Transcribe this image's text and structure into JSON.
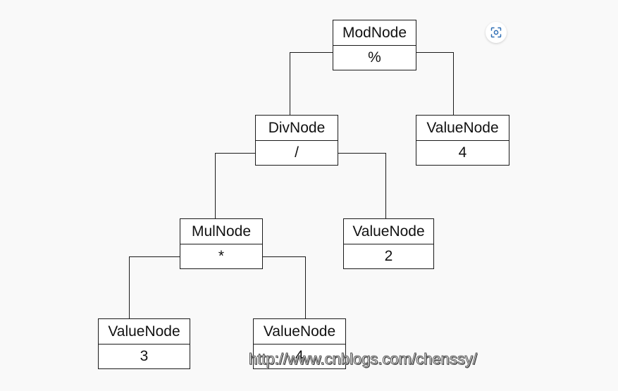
{
  "tree": {
    "mod_node": {
      "title": "ModNode",
      "value": "%"
    },
    "div_node": {
      "title": "DivNode",
      "value": "/"
    },
    "value_node_right": {
      "title": "ValueNode",
      "value": "4"
    },
    "mul_node": {
      "title": "MulNode",
      "value": "*"
    },
    "value_node_two": {
      "title": "ValueNode",
      "value": "2"
    },
    "value_node_three": {
      "title": "ValueNode",
      "value": "3"
    },
    "value_node_four": {
      "title": "ValueNode",
      "value": "4"
    }
  },
  "watermark": {
    "text": "http://www.cnblogs.com/chenssy/"
  },
  "toolbar": {
    "scan_icon": "scan-icon"
  },
  "colors": {
    "background": "#f9f9f9",
    "border": "#1a1a1a",
    "accent": "#2f6fb5"
  }
}
